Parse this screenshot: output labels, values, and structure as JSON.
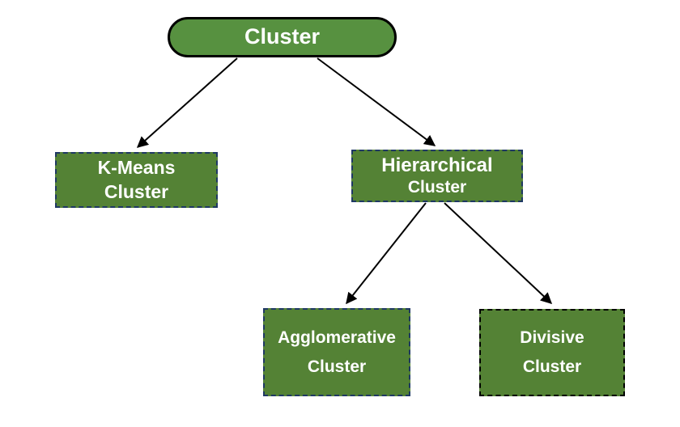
{
  "diagram": {
    "description": "Tree diagram of clustering algorithm types",
    "nodes": {
      "root": {
        "label": "Cluster",
        "shape": "stadium"
      },
      "kmeans": {
        "line1": "K-Means",
        "line2": "Cluster",
        "shape": "rectangle"
      },
      "hierarchical": {
        "line1": "Hierarchical",
        "line2": "Cluster",
        "shape": "rectangle"
      },
      "agglomerative": {
        "line1": "Agglomerative",
        "line2": "Cluster",
        "shape": "rectangle"
      },
      "divisive": {
        "line1": "Divisive",
        "line2": "Cluster",
        "shape": "rectangle"
      }
    },
    "edges": [
      {
        "from": "root",
        "to": "kmeans"
      },
      {
        "from": "root",
        "to": "hierarchical"
      },
      {
        "from": "hierarchical",
        "to": "agglomerative"
      },
      {
        "from": "hierarchical",
        "to": "divisive"
      }
    ],
    "colors": {
      "background": "#ffffff",
      "node_fill": "#548235",
      "root_fill": "#579140",
      "root_border": "#000000",
      "dashed_border_navy": "#1f3864",
      "dashed_border_black": "#000000",
      "text": "#ffffff",
      "arrow": "#000000"
    }
  }
}
